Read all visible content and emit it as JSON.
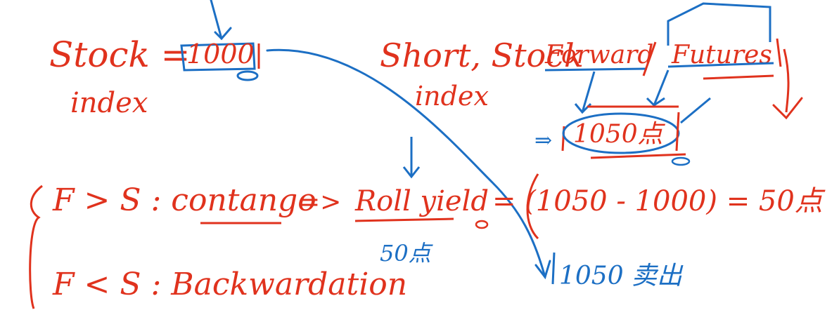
{
  "colors": {
    "red_ink": "#e0321d",
    "blue_ink": "#1c6fc4",
    "background": "#ffffff"
  },
  "notes": {
    "stock_index_label": "Stock =",
    "stock_index_sub": "index",
    "spot_value": "1000",
    "short_stock_label": "Short, Stock",
    "short_stock_sub": "index",
    "forward_word": "Forward",
    "futures_word": "Futures",
    "forward_price": "1050点",
    "contango_line": "F > S : contango",
    "contango_arrow": "=>",
    "roll_yield": "Roll yield",
    "roll_yield_calc": "= (1050 - 1000) = 50点",
    "roll_yield_value": "50点",
    "backwardation_line": "F < S : Backwardation",
    "sell_note": "1050 卖出"
  }
}
